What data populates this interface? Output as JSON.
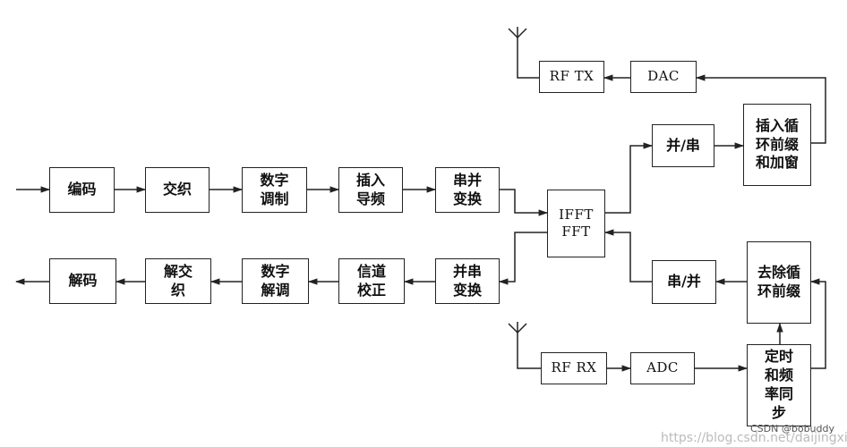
{
  "blocks": {
    "encode": "编码",
    "interleave": "交织",
    "digital_mod": "数字\n调制",
    "insert_pilot": "插入\n导频",
    "serial_parallel": "串并\n变换",
    "ifft_fft": "IFFT\nFFT",
    "parallel_serial_tx": "并/串",
    "insert_cp_window": "插入循\n环前缀\n和加窗",
    "dac": "DAC",
    "rf_tx": "RF TX",
    "decode": "解码",
    "deinterleave": "解交\n织",
    "digital_demod": "数字\n解调",
    "channel_correction": "信道\n校正",
    "parallel_serial_rx": "并串\n变换",
    "serial_parallel_rx": "串/并",
    "remove_cp": "去除循\n环前缀",
    "rf_rx": "RF RX",
    "adc": "ADC",
    "timing_freq_sync": "定时\n和频\n率同\n步"
  },
  "watermark": {
    "csdn": "CSDN @bobuddy",
    "url": "https://blog.csdn.net/daijingxin"
  }
}
